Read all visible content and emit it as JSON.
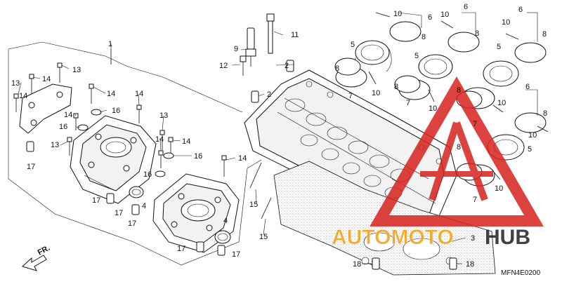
{
  "diagram": {
    "code": "MFN4E0200",
    "direction_label": "FR.",
    "callouts": [
      "1",
      "2",
      "2",
      "3",
      "4",
      "4",
      "5",
      "5",
      "5",
      "5",
      "6",
      "6",
      "6",
      "6",
      "7",
      "7",
      "7",
      "7",
      "8",
      "8",
      "8",
      "8",
      "8",
      "8",
      "8",
      "8",
      "9",
      "10",
      "10",
      "10",
      "10",
      "10",
      "10",
      "10",
      "10",
      "11",
      "12",
      "13",
      "13",
      "13",
      "13",
      "14",
      "14",
      "14",
      "14",
      "14",
      "14",
      "14",
      "14",
      "15",
      "15",
      "16",
      "16",
      "16",
      "16",
      "17",
      "17",
      "17",
      "17",
      "17",
      "17",
      "18",
      "18"
    ]
  },
  "watermark": {
    "brand_part1": "AUTOMOTO",
    "brand_part2": "HUB",
    "colors": {
      "red": "#d8231d",
      "orange": "#f2a31a",
      "dark": "#2d2d2d"
    }
  }
}
